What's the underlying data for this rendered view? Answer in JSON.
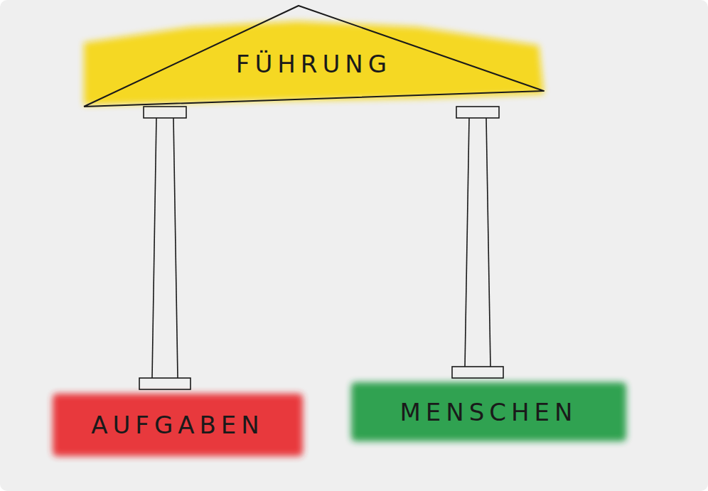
{
  "diagram": {
    "nodes": [
      {
        "text": [
          "FÜHRUNG"
        ]
      },
      {
        "text": [
          "AUFGABEN"
        ]
      },
      {
        "text": [
          "MENSCHEN"
        ]
      }
    ],
    "edges": [
      {
        "from": 1,
        "to": 0,
        "arrow": "none"
      },
      {
        "from": 2,
        "to": 0,
        "arrow": "none"
      }
    ]
  }
}
